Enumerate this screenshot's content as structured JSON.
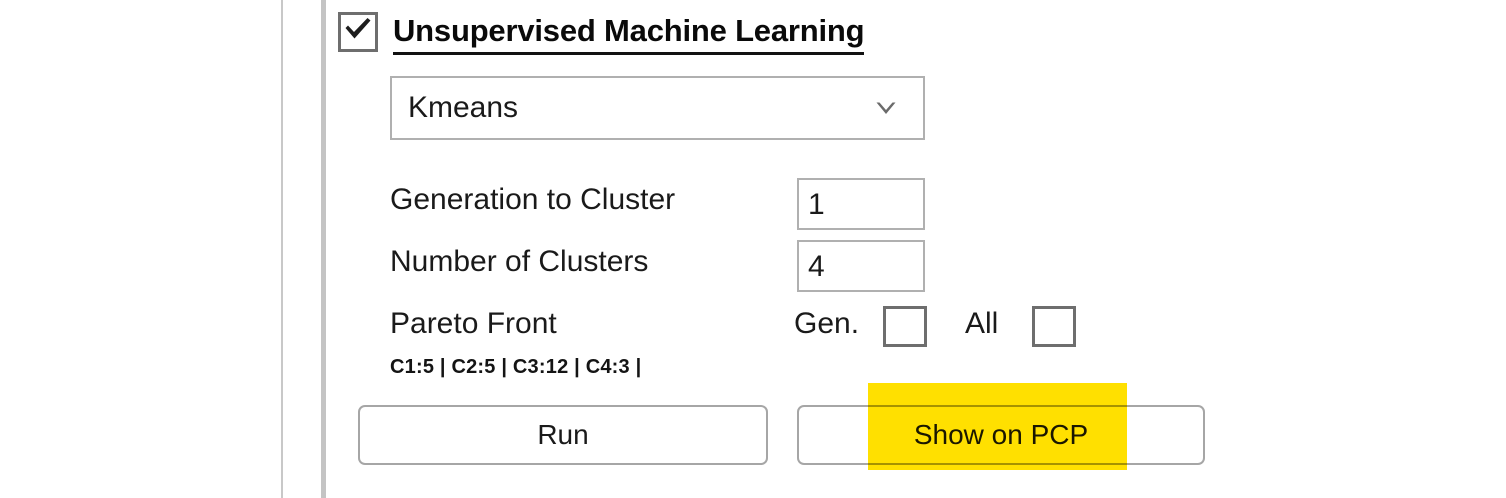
{
  "panel": {
    "title": "Unsupervised Machine Learning",
    "enabled_checkbox": {
      "name": "enable-unsupervised-ml",
      "checked": true,
      "icon": "check-icon"
    }
  },
  "algorithm_select": {
    "value": "Kmeans",
    "chevron_icon": "chevron-down-icon"
  },
  "fields": {
    "generation_to_cluster": {
      "label": "Generation to Cluster",
      "value": "1"
    },
    "number_of_clusters": {
      "label": "Number of Clusters",
      "value": "4"
    },
    "pareto_front": {
      "label": "Pareto Front",
      "gen_label": "Gen.",
      "gen_checked": false,
      "all_label": "All",
      "all_checked": false
    }
  },
  "cluster_summary": {
    "text": "C1:5 | C2:5 | C3:12 | C4:3 |",
    "clusters": [
      {
        "name": "C1",
        "count": 5
      },
      {
        "name": "C2",
        "count": 5
      },
      {
        "name": "C3",
        "count": 12
      },
      {
        "name": "C4",
        "count": 3
      }
    ]
  },
  "actions": {
    "run_label": "Run",
    "show_on_pcp_label": "Show on PCP"
  },
  "colors": {
    "highlight": "#FFE000",
    "border_gray": "#b0b0b0",
    "text": "#1a1a1a",
    "checkbox_border": "#6e6e6e"
  }
}
